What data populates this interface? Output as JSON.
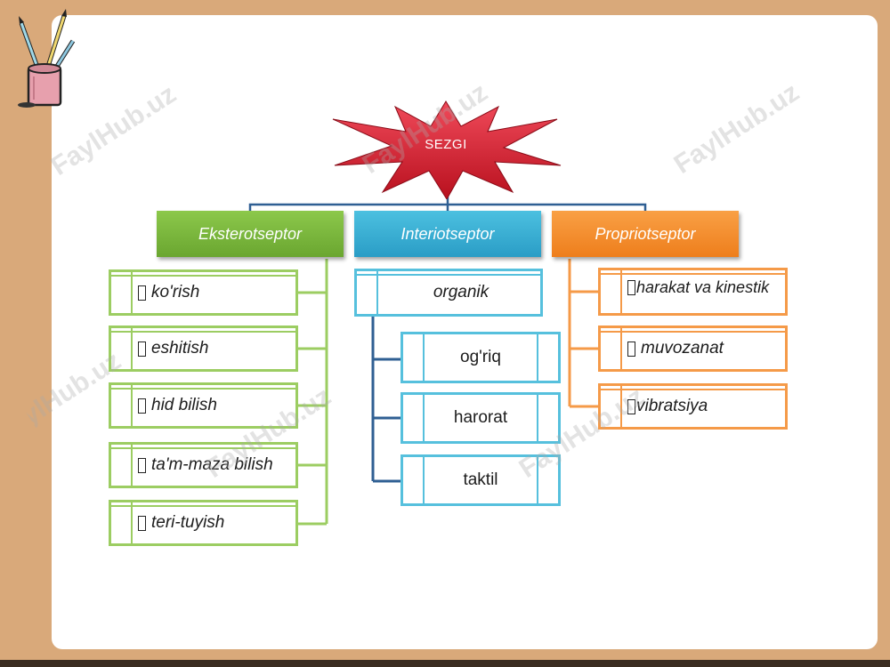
{
  "root": {
    "label": "SEZGI"
  },
  "categories": [
    {
      "label": "Eksterotseptor",
      "color": "#7ab83c"
    },
    {
      "label": "Interiotseptor",
      "color": "#36aed4"
    },
    {
      "label": "Propriotseptor",
      "color": "#f28a2c"
    }
  ],
  "eksterotseptor_items": [
    "ko'rish",
    "eshitish",
    "hid bilish",
    "ta'm-maza bilish",
    "teri-tuyish"
  ],
  "interiotseptor": {
    "main": "organik",
    "sub_items": [
      "og'riq",
      "harorat",
      "taktil"
    ]
  },
  "propriotseptor_items": [
    "harakat va kinestik",
    "muvozanat",
    "vibratsiya"
  ],
  "watermark": {
    "text": "FaylHub.uz"
  }
}
